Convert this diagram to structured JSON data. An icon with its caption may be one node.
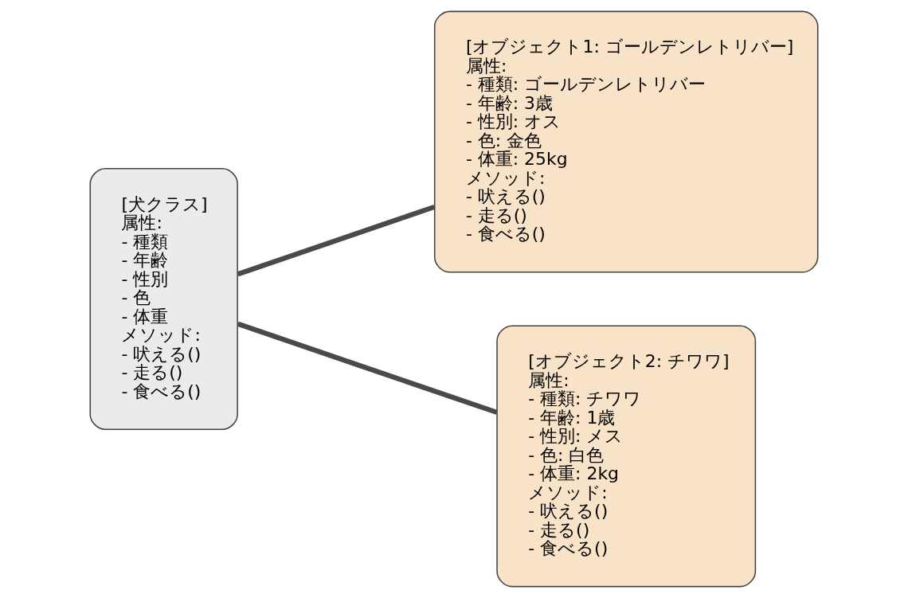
{
  "diagram": {
    "nodes": [
      {
        "text": [
          "[犬クラス]",
          "属性:",
          "- 種類",
          "- 年齢",
          "- 性別",
          "- 色",
          "- 体重",
          "メソッド:",
          "- 吠える()",
          "- 走る()",
          "- 食べる()"
        ]
      },
      {
        "text": [
          "[オブジェクト1: ゴールデンレトリバー]",
          "属性:",
          "- 種類: ゴールデンレトリバー",
          "- 年齢: 3歳",
          "- 性別: オス",
          "- 色: 金色",
          "- 体重: 25kg",
          "メソッド:",
          "- 吠える()",
          "- 走る()",
          "- 食べる()"
        ]
      },
      {
        "text": [
          "[オブジェクト2: チワワ]",
          "属性:",
          "- 種類: チワワ",
          "- 年齢: 1歳",
          "- 性別: メス",
          "- 色: 白色",
          "- 体重: 2kg",
          "メソッド:",
          "- 吠える()",
          "- 走る()",
          "- 食べる()"
        ]
      }
    ],
    "edges": [
      {
        "from": 0,
        "to": 1,
        "arrow": "none"
      },
      {
        "from": 0,
        "to": 2,
        "arrow": "none"
      }
    ]
  }
}
